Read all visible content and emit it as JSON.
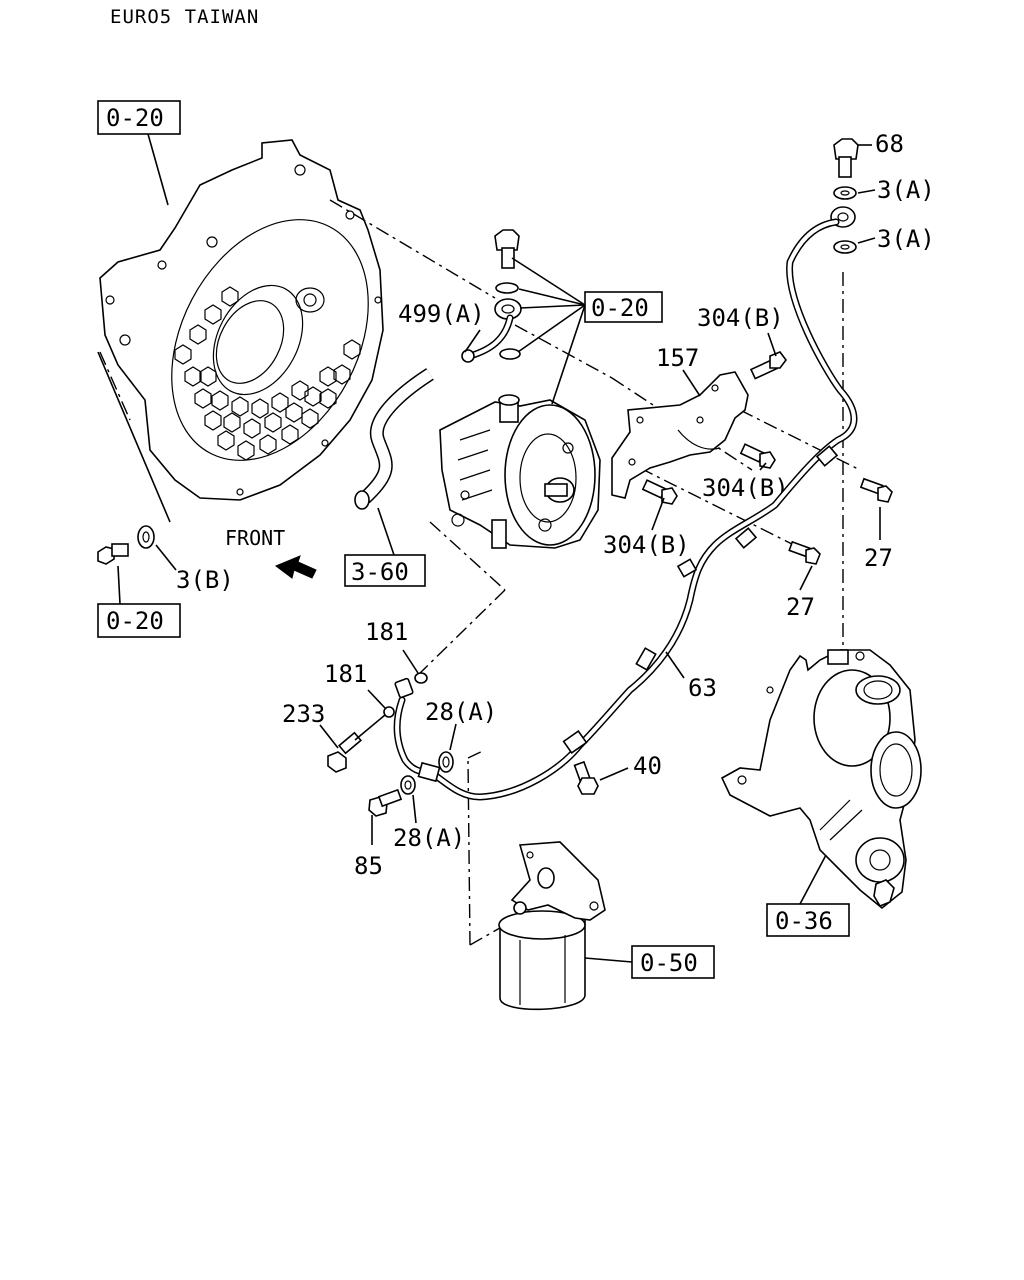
{
  "header": {
    "title": "EURO5 TAIWAN"
  },
  "front_label": "FRONT",
  "refs": {
    "ref_0_20_top_left": "0-20",
    "ref_0_20_center": "0-20",
    "ref_0_20_bottom_left": "0-20",
    "ref_3_60": "3-60",
    "ref_0_36": "0-36",
    "ref_0_50": "0-50"
  },
  "callouts": {
    "c68": "68",
    "c3a_1": "3(A)",
    "c3a_2": "3(A)",
    "c304b_1": "304(B)",
    "c157": "157",
    "c499a": "499(A)",
    "c304b_2": "304(B)",
    "c304b_3": "304(B)",
    "c27_1": "27",
    "c27_2": "27",
    "c63": "63",
    "c3b": "3(B)",
    "c181_1": "181",
    "c181_2": "181",
    "c233": "233",
    "c28a_1": "28(A)",
    "c28a_2": "28(A)",
    "c40": "40",
    "c85": "85"
  }
}
